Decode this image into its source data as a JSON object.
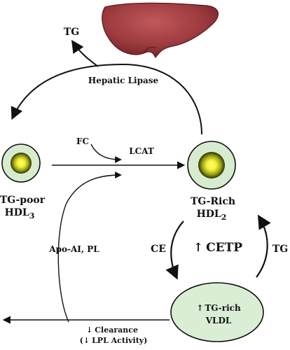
{
  "labels": {
    "tg_top": "TG",
    "hepatic_lipase": "Hepatic Lipase",
    "fc": "FC",
    "lcat": "LCAT",
    "tg_poor_line1": "TG-poor",
    "tg_poor_line2": "HDL",
    "tg_poor_sub": "3",
    "tg_rich_line1": "TG-Rich",
    "tg_rich_line2": "HDL",
    "tg_rich_sub": "2",
    "ce": "CE",
    "cetp": "CETP",
    "tg_right": "TG",
    "apo": "Apo-AI, PL",
    "vldl_line1": "TG-rich",
    "vldl_line2": "VLDL",
    "clearance": "Clearance",
    "lpl_activity": "LPL Activity)",
    "paren_open": "(",
    "up_arrow": "↑",
    "down_arrow": "↓"
  },
  "colors": {
    "liver": "#9c3b3e",
    "liver_dark": "#6e1f24",
    "particle_fill": "#d7eccf",
    "core_outer": "#3a3a12",
    "core_middle": "#9aa414",
    "core_inner": "#f4f33a",
    "vldl_fill": "#d9eed4",
    "line": "#111111"
  },
  "icons": {
    "liver": "liver-icon"
  }
}
